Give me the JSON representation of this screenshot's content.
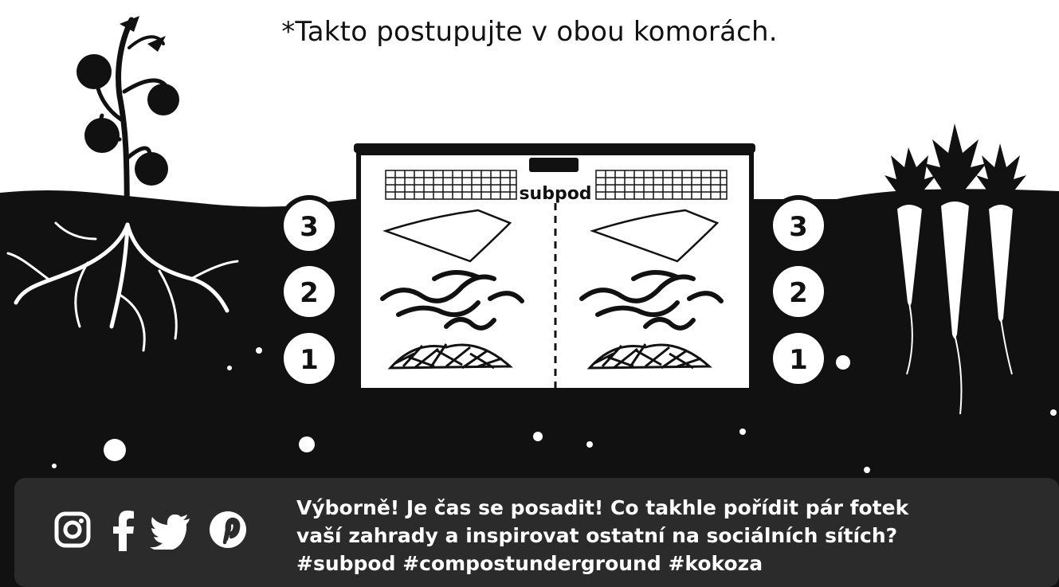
{
  "note": "*Takto postupujte v obou komorách.",
  "brand": "subpod",
  "layers_left": [
    "3",
    "2",
    "1"
  ],
  "layers_right": [
    "3",
    "2",
    "1"
  ],
  "footer": {
    "line1": "Výborně! Je čas se posadit! Co takhle pořídit pár fotek",
    "line2": "vaší zahrady a inspirovat ostatní na sociálních sítích?",
    "line3": "#subpod #compostunderground #kokoza"
  },
  "social_icons": [
    "instagram-icon",
    "facebook-icon",
    "twitter-icon",
    "pinterest-icon"
  ],
  "colors": {
    "soil": "#111111",
    "footer": "#2b2b2b",
    "paper": "#ffffff"
  }
}
